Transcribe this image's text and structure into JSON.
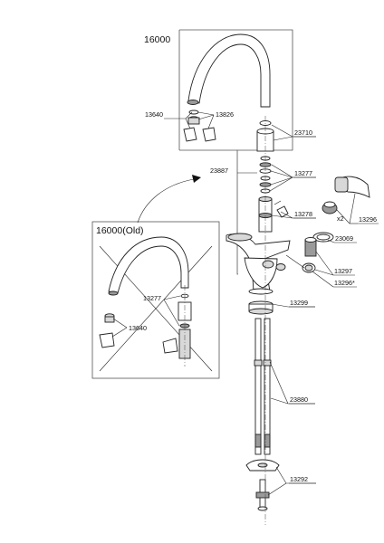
{
  "titles": {
    "main_model": "16000",
    "old_model": "16000(Old)"
  },
  "parts": {
    "p13640_main": "13640",
    "p13826": "13826",
    "p23710": "23710",
    "p23887": "23887",
    "p13277_main": "13277",
    "p13278": "13278",
    "p13296": "13296",
    "p23069": "23069",
    "p13297": "13297",
    "p13296s": "13296*",
    "p13299": "13299",
    "p23880": "23880",
    "p13292": "13292",
    "p13277_old": "13277",
    "p13640_old": "13640"
  },
  "quantity": {
    "x2": "x2"
  }
}
